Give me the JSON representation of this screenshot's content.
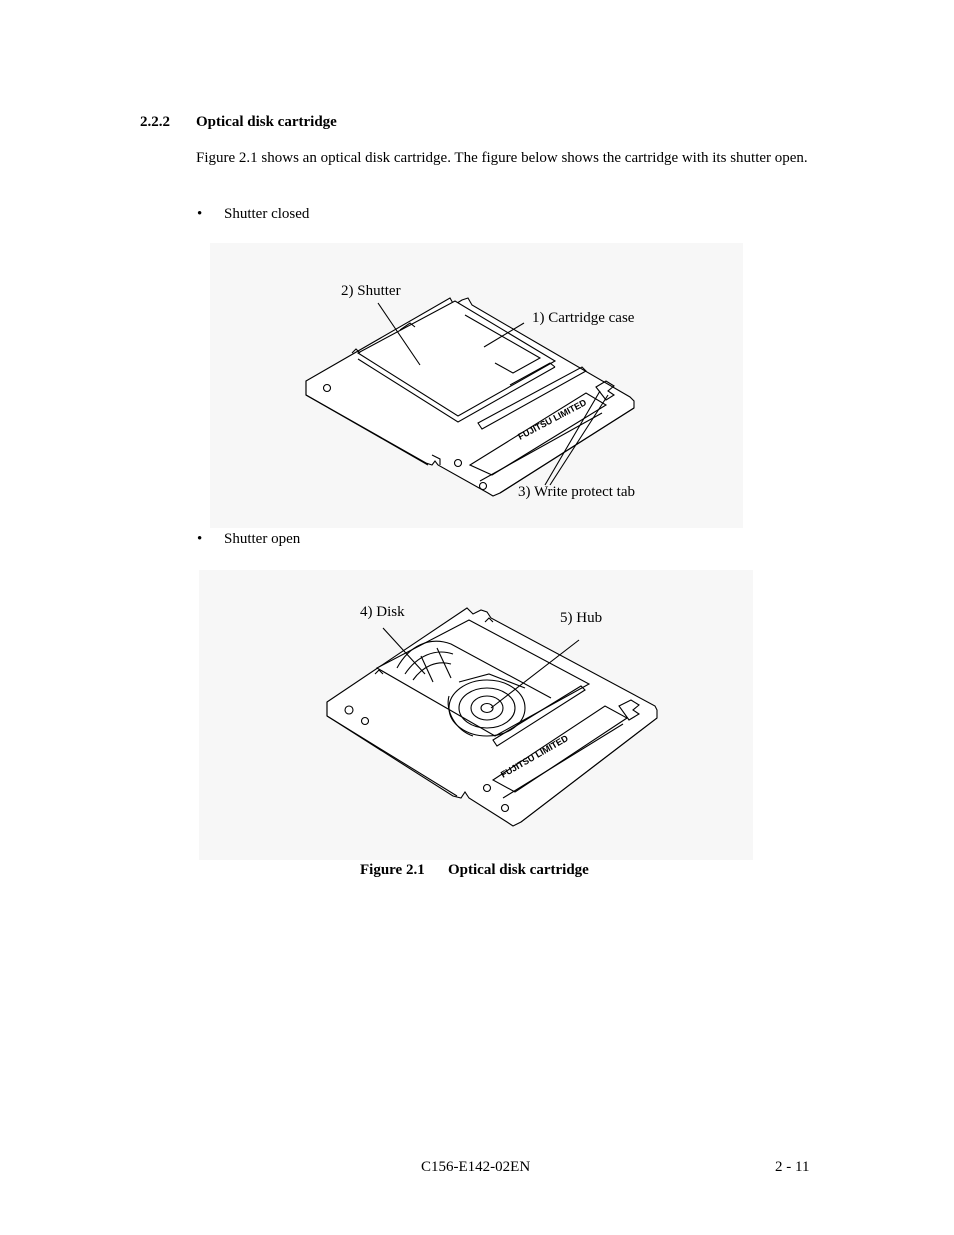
{
  "section": {
    "number": "2.2.2",
    "title": "Optical disk cartridge",
    "intro": "Figure 2.1 shows an optical disk cartridge.  The figure below shows the cartridge with its shutter open."
  },
  "bullets": [
    {
      "symbol": "•",
      "label": "Shutter closed"
    },
    {
      "symbol": "•",
      "label": "Shutter open"
    }
  ],
  "figure_closed": {
    "callouts": {
      "shutter": "2) Shutter",
      "case": "1) Cartridge case",
      "write_protect": "3) Write protect tab"
    },
    "logo_text": "FUJITSU LIMITED"
  },
  "figure_open": {
    "callouts": {
      "disk": "4) Disk",
      "hub": "5) Hub"
    },
    "logo_text": "FUJITSU LIMITED"
  },
  "caption": {
    "number": "Figure 2.1",
    "title": "Optical disk cartridge"
  },
  "footer": {
    "doc_id": "C156-E142-02EN",
    "page": "2 - 11"
  }
}
